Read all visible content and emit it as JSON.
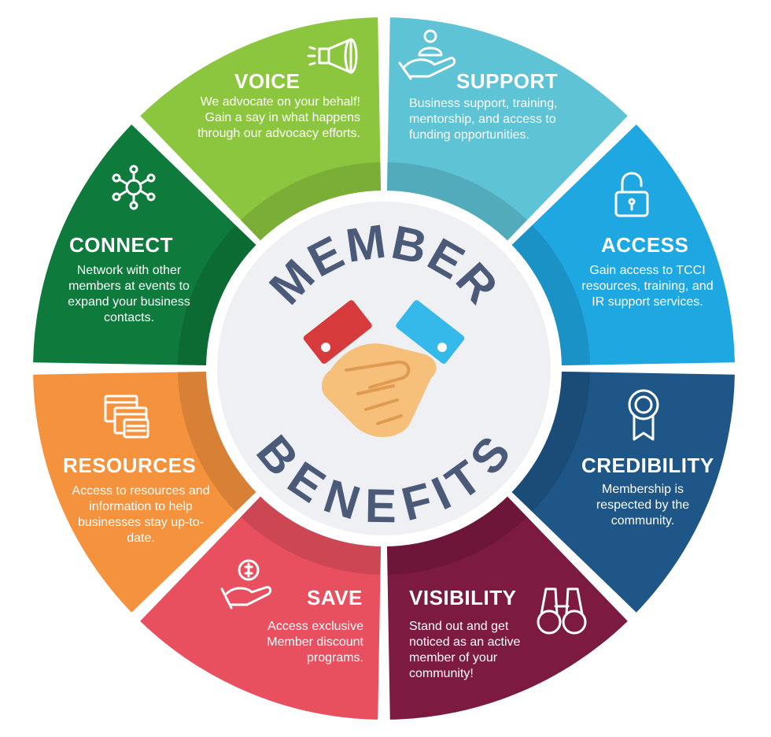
{
  "center": {
    "top_word": "MEMBER",
    "bottom_word": "BENEFITS"
  },
  "segments": [
    {
      "key": "voice",
      "title": "VOICE",
      "description": "We advocate on your behalf! Gain a say in what happens through our advocacy efforts.",
      "color": "#8cc63f",
      "icon": "megaphone-icon"
    },
    {
      "key": "support",
      "title": "SUPPORT",
      "description": "Business support, training, mentorship, and access to funding opportunities.",
      "color": "#5ec3d5",
      "icon": "hand-person-icon"
    },
    {
      "key": "access",
      "title": "ACCESS",
      "description": "Gain access to TCCI resources, training, and IR support services.",
      "color": "#1ea7e1",
      "icon": "unlocked-padlock-icon"
    },
    {
      "key": "credibility",
      "title": "CREDIBILITY",
      "description": "Membership is respected by the community.",
      "color": "#1f5688",
      "icon": "award-ribbon-icon"
    },
    {
      "key": "visibility",
      "title": "VISIBILITY",
      "description": "Stand out and get noticed as an active member of your community!",
      "color": "#7d1a41",
      "icon": "binoculars-icon"
    },
    {
      "key": "save",
      "title": "SAVE",
      "description": "Access exclusive Member discount programs.",
      "color": "#e9505f",
      "icon": "hand-coin-icon"
    },
    {
      "key": "resources",
      "title": "RESOURCES",
      "description": "Access to resources and information to help businesses stay up-to-date.",
      "color": "#f5923e",
      "icon": "browser-windows-icon"
    },
    {
      "key": "connect",
      "title": "CONNECT",
      "description": "Network with other members at events to expand your business contacts.",
      "color": "#0e7a3b",
      "icon": "network-icon"
    }
  ],
  "center_text_color": "#4a5a78",
  "center_fill": "#eef0f3"
}
